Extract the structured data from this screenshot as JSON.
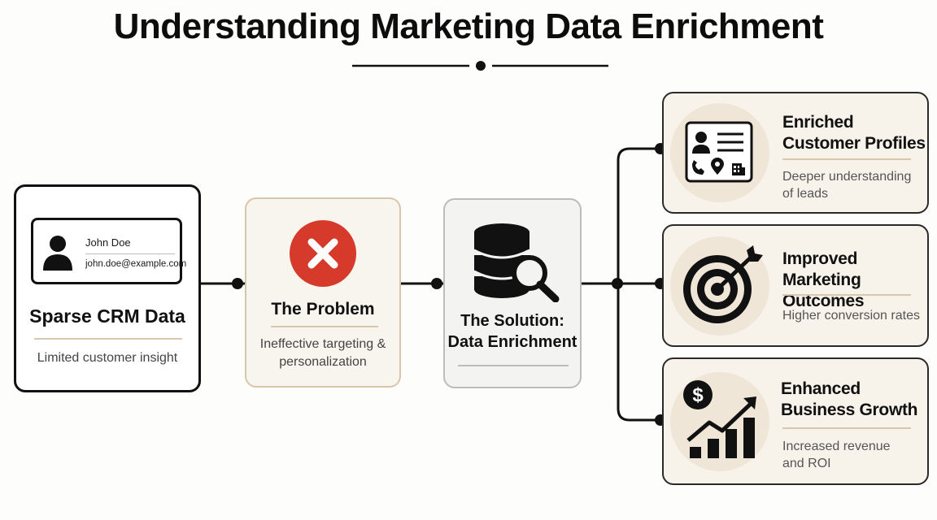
{
  "title": "Understanding Marketing Data Enrichment",
  "sparse": {
    "profile_name": "John Doe",
    "profile_email": "john.doe@example.com",
    "title": "Sparse CRM Data",
    "description": "Limited customer insight"
  },
  "problem": {
    "title": "The Problem",
    "description_line1": "Ineffective targeting &",
    "description_line2": "personalization"
  },
  "solution": {
    "title_line1": "The Solution:",
    "title_line2": "Data Enrichment"
  },
  "outcomes": [
    {
      "title_line1": "Enriched",
      "title_line2": "Customer Profiles",
      "desc_line1": "Deeper understanding",
      "desc_line2": "of leads",
      "icon": "contact-card-icon"
    },
    {
      "title_line1": "Improved",
      "title_line2": "Marketing Outcomes",
      "desc_line1": "Higher conversion rates",
      "desc_line2": "",
      "icon": "target-icon"
    },
    {
      "title_line1": "Enhanced",
      "title_line2": "Business Growth",
      "desc_line1": "Increased revenue",
      "desc_line2": "and ROI",
      "icon": "growth-chart-icon"
    }
  ],
  "colors": {
    "accent_red": "#d63a2a",
    "line": "#111111",
    "card_beige": "#f7f2ea",
    "rule_tan": "#d9c7ad"
  }
}
